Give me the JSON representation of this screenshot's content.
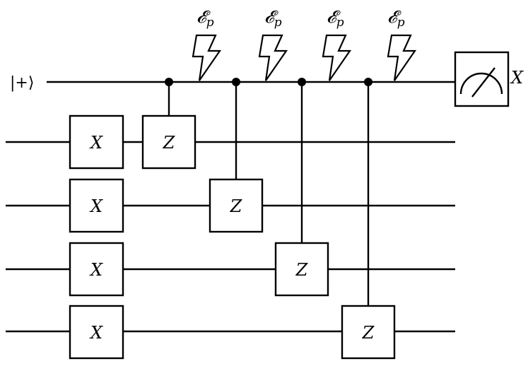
{
  "diagram": {
    "input_state": "|+⟩",
    "gate_x_label": "X",
    "gate_z_label": "Z",
    "noise_label": "𝓔",
    "noise_subscript": "p",
    "measure_label": "X"
  }
}
